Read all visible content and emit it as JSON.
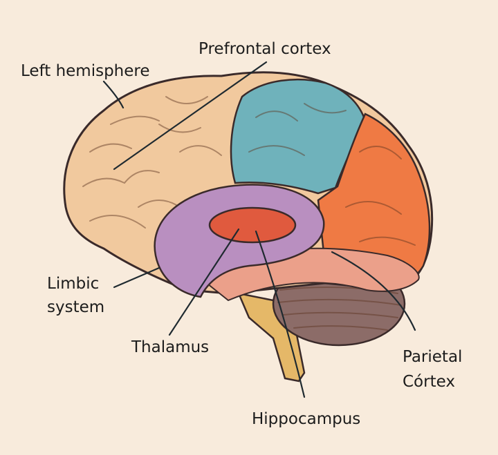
{
  "labels": {
    "left_hemisphere": "Left hemisphere",
    "prefrontal_cortex": "Prefrontal cortex",
    "limbic_line1": "Limbic",
    "limbic_line2": "system",
    "thalamus": "Thalamus",
    "hippocampus": "Hippocampus",
    "parietal_line1": "Parietal",
    "parietal_line2": "Córtex"
  },
  "colors": {
    "background": "#f8ebdc",
    "hemisphere": "#f1c99e",
    "prefrontal": "#6fb2bb",
    "parietal": "#ef7a44",
    "limbic": "#b98fc0",
    "thalamus": "#e05a3e",
    "lower_band": "#eba08a",
    "cerebellum": "#8c6c68",
    "brainstem": "#e5b868",
    "outline": "#3a2a2a"
  }
}
